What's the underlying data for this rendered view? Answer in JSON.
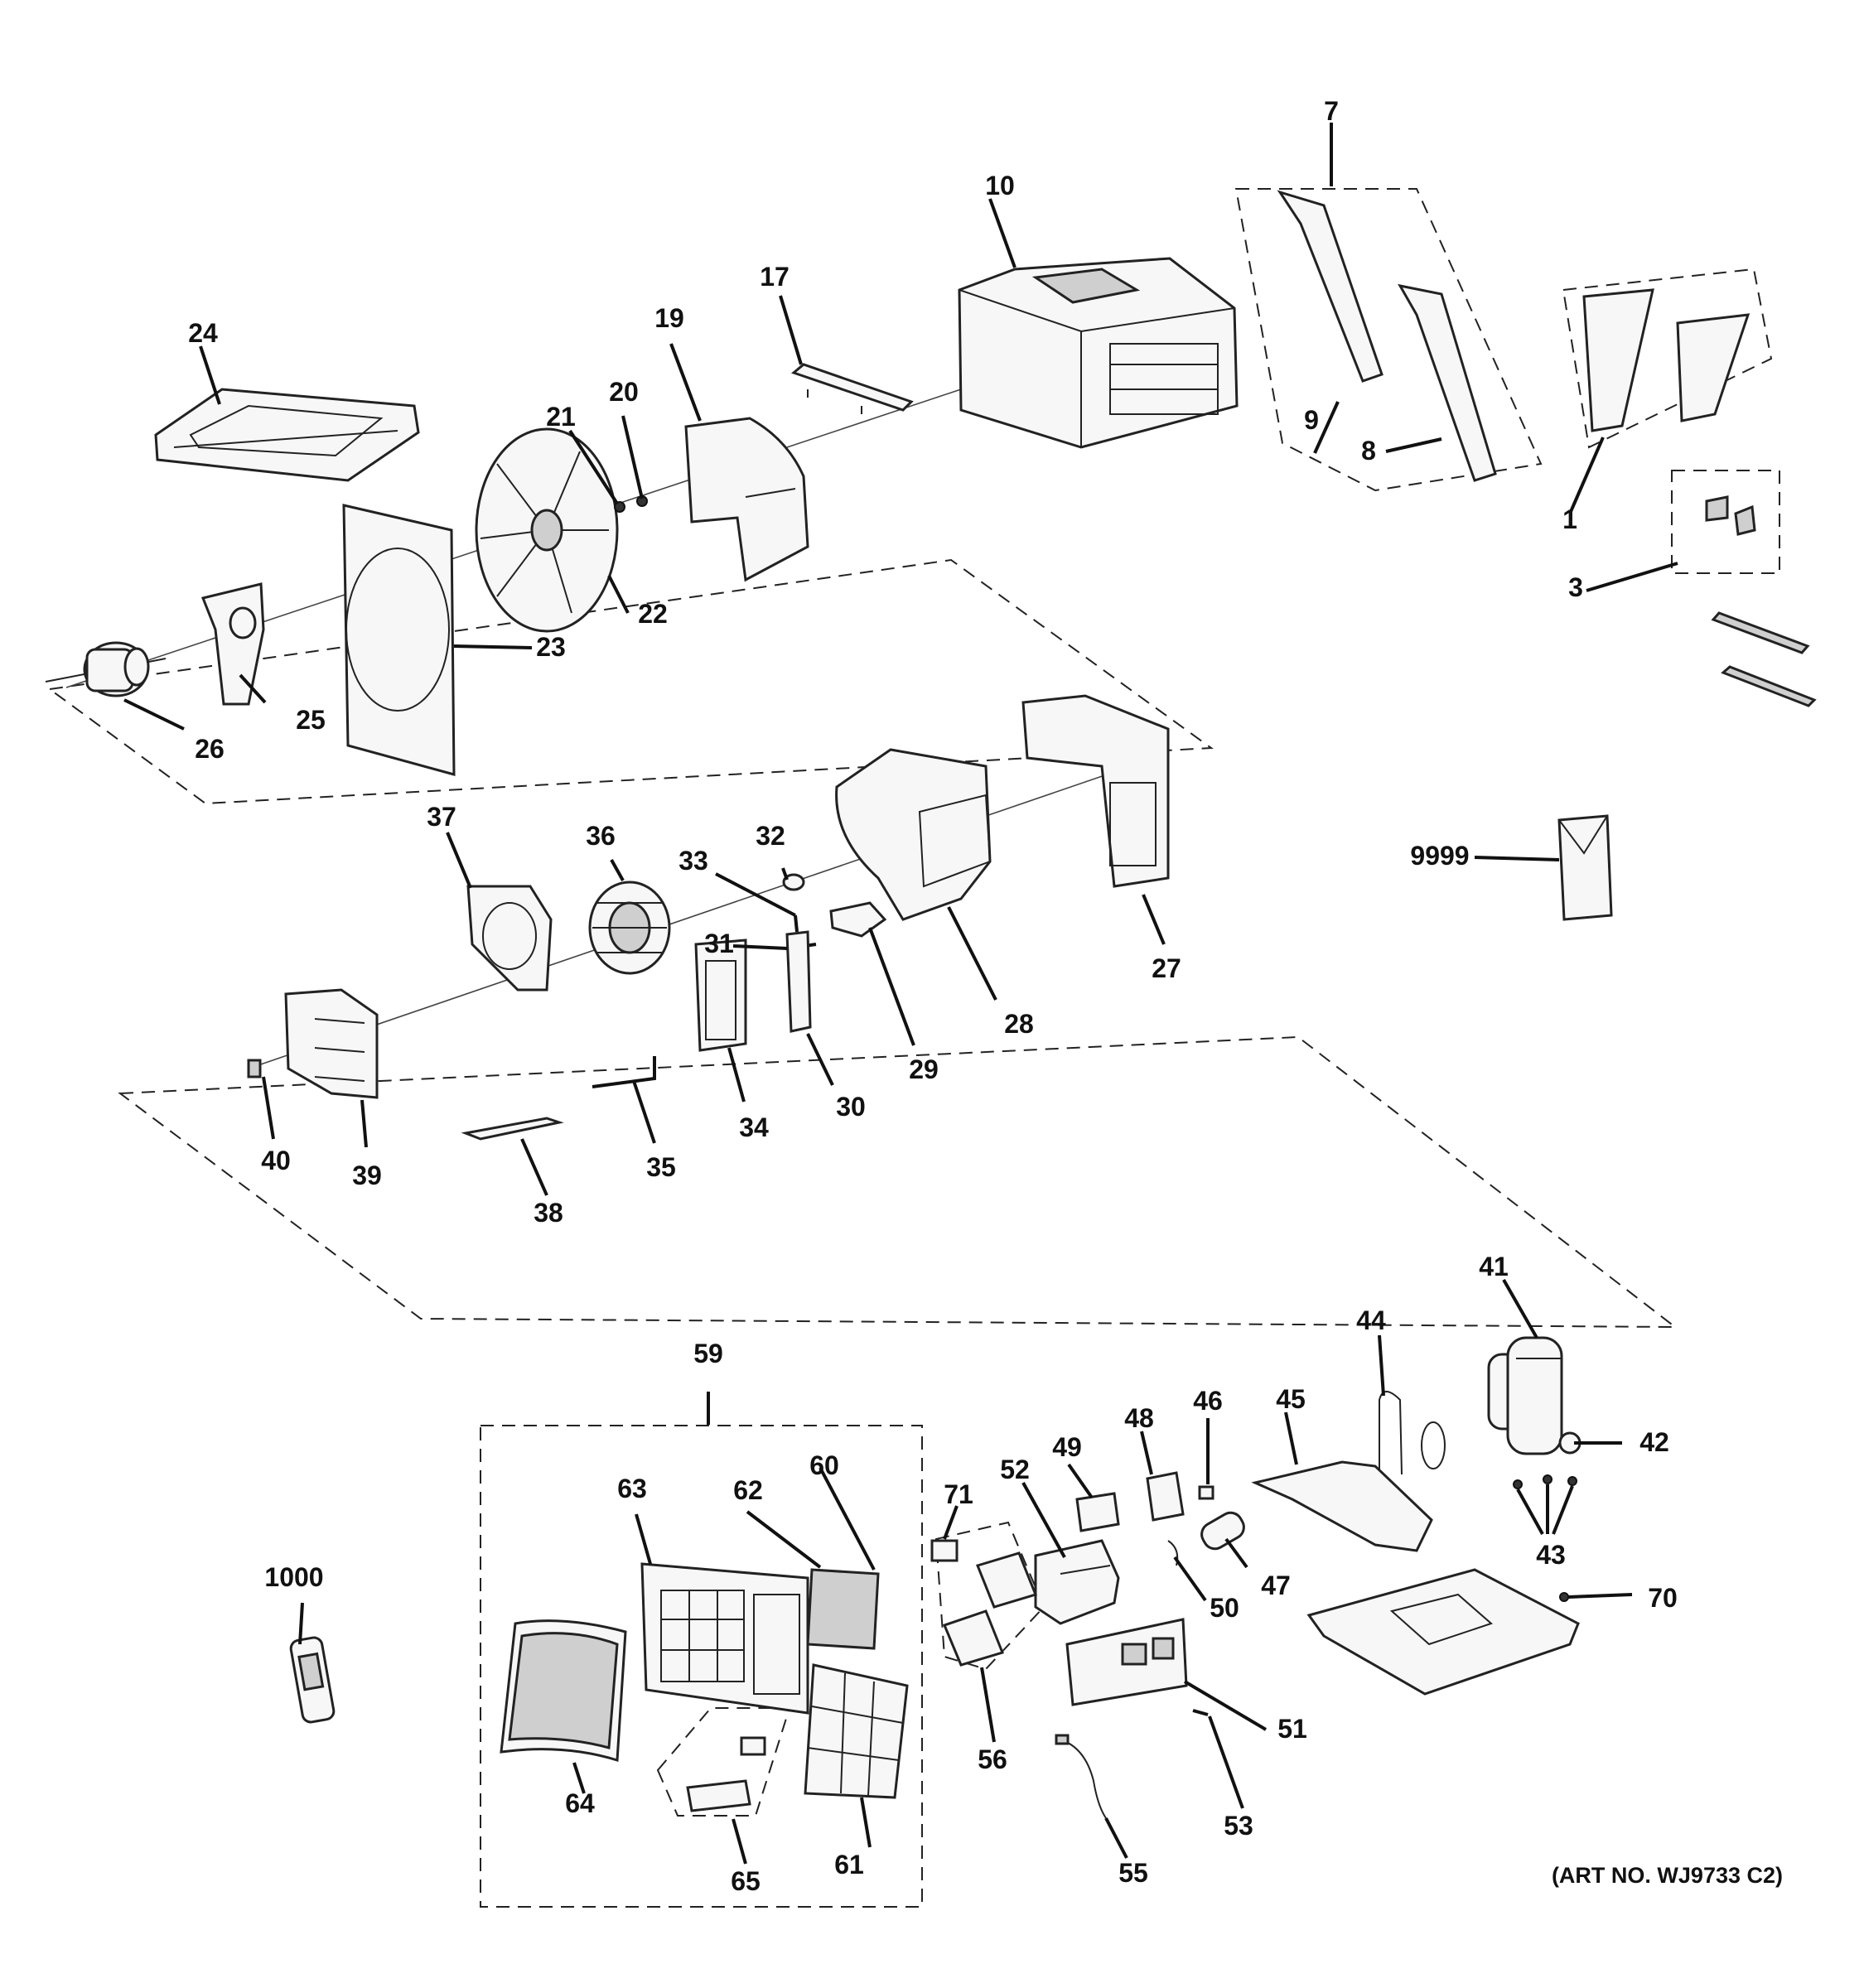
{
  "diagram": {
    "art_number": "(ART NO. WJ9733 C2)",
    "callouts": [
      "1",
      "3",
      "7",
      "8",
      "9",
      "10",
      "17",
      "19",
      "20",
      "21",
      "22",
      "23",
      "24",
      "25",
      "26",
      "27",
      "28",
      "29",
      "30",
      "31",
      "32",
      "33",
      "34",
      "35",
      "36",
      "37",
      "38",
      "39",
      "40",
      "41",
      "42",
      "43",
      "44",
      "45",
      "46",
      "47",
      "48",
      "49",
      "50",
      "51",
      "52",
      "53",
      "55",
      "56",
      "59",
      "60",
      "61",
      "62",
      "63",
      "64",
      "65",
      "70",
      "71",
      "1000",
      "9999"
    ]
  }
}
